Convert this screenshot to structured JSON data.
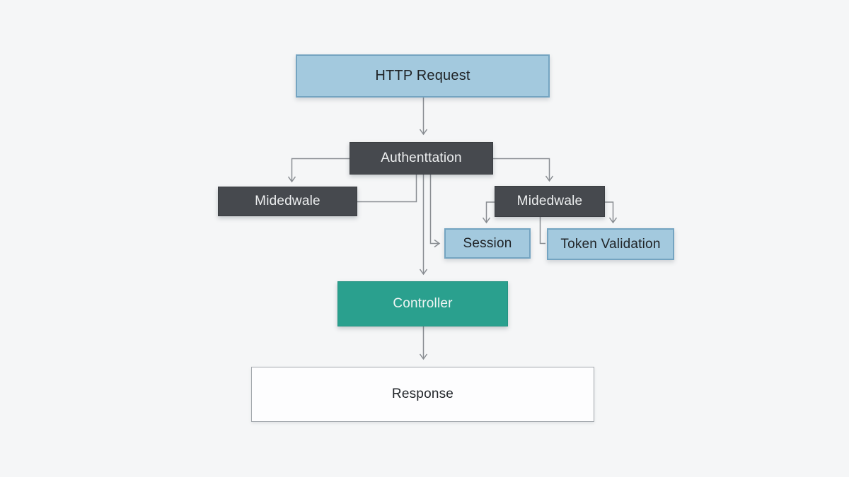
{
  "diagram": {
    "type": "flowchart",
    "background_color": "#f5f6f7",
    "line_color": "#898d92",
    "colors": {
      "light_blue_fill": "#a3c9de",
      "light_blue_border": "#74a4c1",
      "dark_gray_fill": "#46494e",
      "teal_fill": "#2aa08e",
      "white_fill": "#fdfdfe",
      "white_border": "#a4a9ae",
      "dark_text": "#202427",
      "light_text": "#edeff0"
    },
    "nodes": [
      {
        "id": "http-request",
        "label": "HTTP Request",
        "style": "light-blue"
      },
      {
        "id": "authentication",
        "label": "Authenttation",
        "style": "dark-gray"
      },
      {
        "id": "middleware-left",
        "label": "Midedwale",
        "style": "dark-gray"
      },
      {
        "id": "middleware-right",
        "label": "Midedwale",
        "style": "dark-gray"
      },
      {
        "id": "session",
        "label": "Session",
        "style": "light-blue"
      },
      {
        "id": "token-validation",
        "label": "Token Validation",
        "style": "light-blue"
      },
      {
        "id": "controller",
        "label": "Controller",
        "style": "teal"
      },
      {
        "id": "response",
        "label": "Response",
        "style": "white"
      }
    ],
    "edges": [
      {
        "from": "http-request",
        "to": "authentication",
        "arrowhead": true
      },
      {
        "from": "authentication",
        "to": "middleware-left",
        "arrowhead": true
      },
      {
        "from": "authentication",
        "to": "middleware-right",
        "arrowhead": true
      },
      {
        "from": "middleware-left",
        "to": "authentication",
        "arrowhead": false
      },
      {
        "from": "authentication",
        "to": "controller",
        "arrowhead": true
      },
      {
        "from": "authentication",
        "to": "session",
        "arrowhead": true
      },
      {
        "from": "middleware-right",
        "to": "session",
        "arrowhead": true
      },
      {
        "from": "middleware-right",
        "to": "token-validation",
        "arrowhead": true
      },
      {
        "from": "middleware-right",
        "to": "token-validation",
        "arrowhead": false
      },
      {
        "from": "controller",
        "to": "response",
        "arrowhead": true
      }
    ]
  }
}
